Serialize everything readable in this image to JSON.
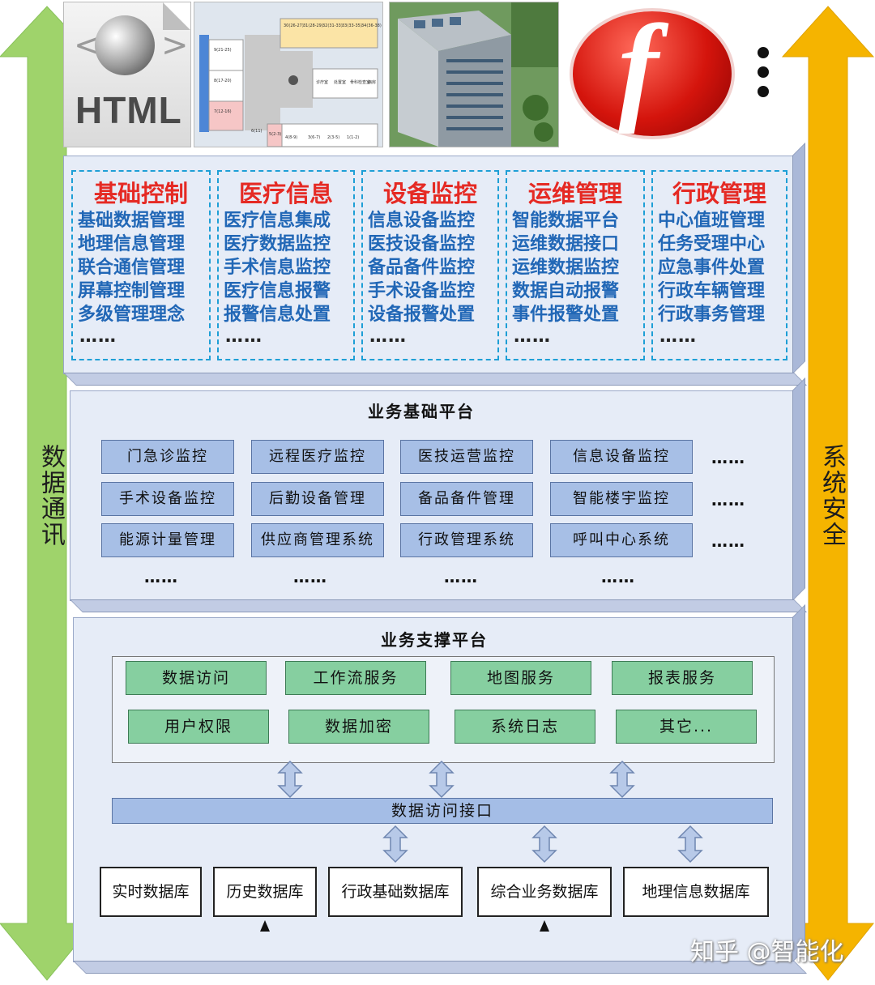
{
  "side": {
    "left_label": "数据通讯",
    "right_label": "系统安全",
    "left_color": "#9fd36b",
    "right_color": "#f5b400"
  },
  "thumbnails": {
    "html_word": "HTML",
    "html_code": [
      "<",
      ">"
    ],
    "flash_letter": "f",
    "more_dots": 3
  },
  "floorplan_labels": [
    "9(21-25)",
    "8(17-20)",
    "7(12-16)",
    "30(26-27)",
    "31(28-29)",
    "32(31-33)",
    "33(33-35)",
    "34(36-38)",
    "诊疗室",
    "处置室",
    "骨科检查室",
    "病房",
    "6(11)",
    "5(2-3)",
    "4(8-9)",
    "3(6-7)",
    "2(3-5)",
    "1(1-2)"
  ],
  "apps": [
    {
      "title": "基础控制",
      "items": [
        "基础数据管理",
        "地理信息管理",
        "联合通信管理",
        "屏幕控制管理",
        "多级管理理念"
      ],
      "more": "……"
    },
    {
      "title": "医疗信息",
      "items": [
        "医疗信息集成",
        "医疗数据监控",
        "手术信息监控",
        "医疗信息报警",
        "报警信息处置"
      ],
      "more": "……"
    },
    {
      "title": "设备监控",
      "items": [
        "信息设备监控",
        "医技设备监控",
        "备品备件监控",
        "手术设备监控",
        "设备报警处置"
      ],
      "more": "……"
    },
    {
      "title": "运维管理",
      "items": [
        "智能数据平台",
        "运维数据接口",
        "运维数据监控",
        "数据自动报警",
        "事件报警处置"
      ],
      "more": "……"
    },
    {
      "title": "行政管理",
      "items": [
        "中心值班管理",
        "任务受理中心",
        "应急事件处置",
        "行政车辆管理",
        "行政事务管理"
      ],
      "more": "……"
    }
  ],
  "business_platform": {
    "title": "业务基础平台",
    "rows": [
      [
        "门急诊监控",
        "远程医疗监控",
        "医技运营监控",
        "信息设备监控"
      ],
      [
        "手术设备监控",
        "后勤设备管理",
        "备品备件管理",
        "智能楼宇监控"
      ],
      [
        "能源计量管理",
        "供应商管理系统",
        "行政管理系统",
        "呼叫中心系统"
      ]
    ],
    "more": "……"
  },
  "support_platform": {
    "title": "业务支撑平台",
    "services": [
      [
        "数据访问",
        "工作流服务",
        "地图服务",
        "报表服务"
      ],
      [
        "用户权限",
        "数据加密",
        "系统日志",
        "其它..."
      ]
    ],
    "interface": "数据访问接口",
    "databases": [
      "实时数据库",
      "历史数据库",
      "行政基础数据库",
      "综合业务数据库",
      "地理信息数据库"
    ]
  },
  "watermark": "知乎 @智能化"
}
